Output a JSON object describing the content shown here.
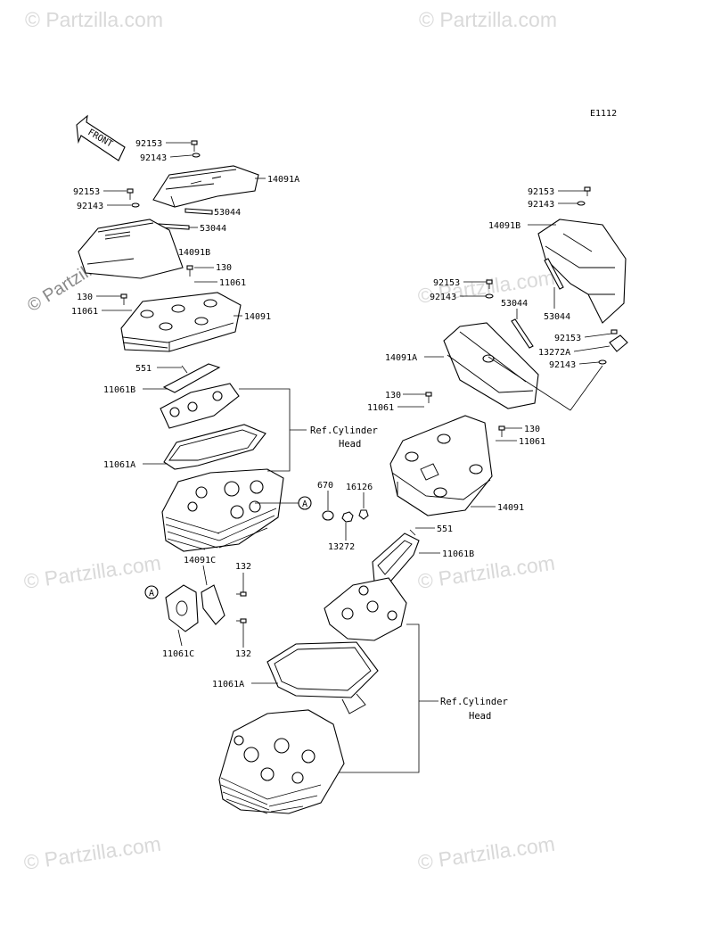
{
  "diagram_code": "E1112",
  "watermark": "© Partzilla.com",
  "front_arrow": "FRONT",
  "callout_symbol": "A",
  "ref_label": [
    "Ref.Cylinder",
    "Head"
  ],
  "labels": {
    "l92153_a": "92153",
    "l92143_a": "92143",
    "l14091A_a": "14091A",
    "l92153_b": "92153",
    "l92143_b": "92143",
    "l53044_a": "53044",
    "l53044_b": "53044",
    "l14091B_a": "14091B",
    "l130_a": "130",
    "l11061_a": "11061",
    "l130_b": "130",
    "l11061_b": "11061",
    "l14091_a": "14091",
    "l551_a": "551",
    "l11061B_a": "11061B",
    "l11061A_a": "11061A",
    "l670": "670",
    "l16126": "16126",
    "l13272": "13272",
    "l14091C": "14091C",
    "l132_a": "132",
    "l11061C": "11061C",
    "l132_b": "132",
    "r92153_a": "92153",
    "r92143_a": "92143",
    "r14091B": "14091B",
    "r92153_b": "92153",
    "r92143_b": "92143",
    "r53044_a": "53044",
    "r53044_b": "53044",
    "r92153_c": "92153",
    "r13272A": "13272A",
    "r92143_c": "92143",
    "r14091A": "14091A",
    "r130_a": "130",
    "r11061_a": "11061",
    "r130_b": "130",
    "r11061_b": "11061",
    "r14091": "14091",
    "r551": "551",
    "r11061B": "11061B",
    "r11061A": "11061A"
  }
}
